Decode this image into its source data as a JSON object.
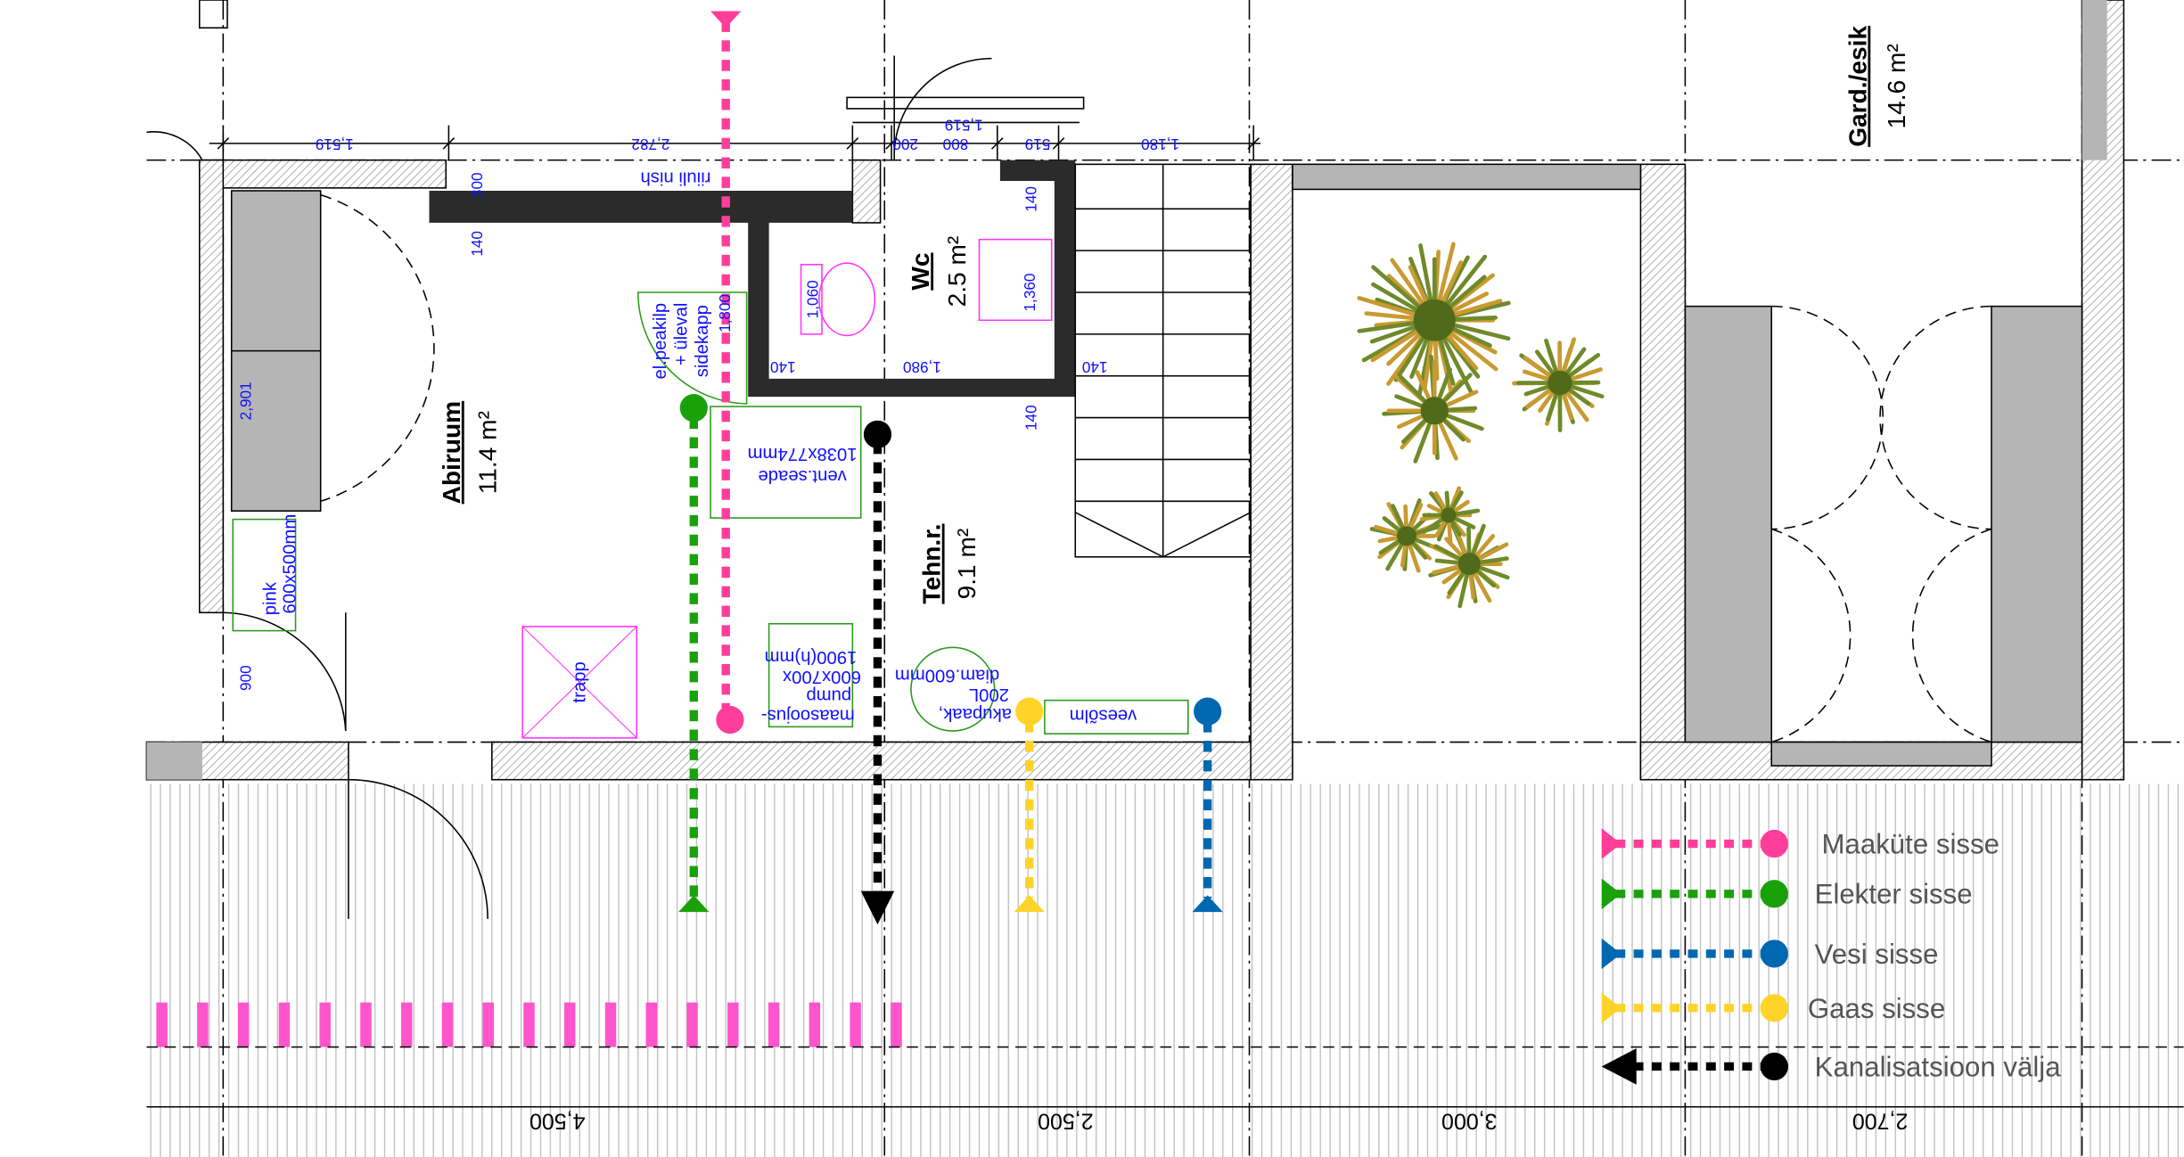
{
  "rooms": {
    "abiruum": {
      "name": "Abiruum",
      "area": "11.4 m²"
    },
    "wc": {
      "name": "Wc",
      "area": "2.5 m²"
    },
    "tehnr": {
      "name": "Tehn.r.",
      "area": "9.1 m²"
    },
    "gard": {
      "name": "Gard./esik",
      "area": "14.6 m²"
    }
  },
  "dimensions": {
    "top": [
      "1,519",
      "2,782",
      "200",
      "800",
      "519",
      "1,180"
    ],
    "top_upper": "1,519",
    "inner": {
      "d300": "300",
      "d140a": "140",
      "d1060": "1,060",
      "d1360": "1,360",
      "d140b": "140",
      "d140c": "140",
      "d1980": "1,980",
      "d140d": "140",
      "d140e": "140",
      "d1800": "1,800",
      "d2901": "2,901",
      "d900": "900"
    },
    "bottom": [
      "4,500",
      "2,500",
      "3,000",
      "2,700"
    ]
  },
  "notes": {
    "riiuli": "riiuli nish",
    "elpeakilp": [
      "el.peakilp",
      "+ üleval",
      "sidekapp"
    ],
    "vent": [
      "vent.seade",
      "1038x774mm"
    ],
    "pink": [
      "pink",
      "600x500mm"
    ],
    "trapp": "trapp",
    "pump": [
      "maasoojus-",
      "pump",
      "600x700x",
      "1900(h)mm"
    ],
    "akupaak": [
      "akupaak,",
      "200L",
      "diam.600mm"
    ],
    "veesolm": "veesõlm"
  },
  "legend": [
    {
      "label": "Maaküte sisse",
      "color": "#ff3d9a"
    },
    {
      "label": "Elekter sisse",
      "color": "#1aa10a"
    },
    {
      "label": "Vesi sisse",
      "color": "#0068b0"
    },
    {
      "label": "Gaas sisse",
      "color": "#ffd42a"
    },
    {
      "label": "Kanalisatsioon välja",
      "color": "#000000"
    }
  ]
}
